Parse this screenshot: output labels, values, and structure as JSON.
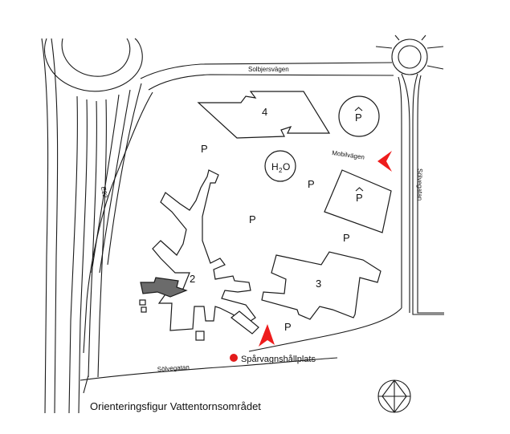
{
  "map": {
    "roads": {
      "solbjersvagen": "Solbjersvägen",
      "solvegatan_right": "Sölvegatan",
      "solvegatan_bottom": "Sölvegatan",
      "mobilvagen": "Mobilvägen",
      "e22": "E22"
    },
    "buildings": {
      "b2": "2",
      "b3": "3",
      "b4": "4",
      "water_tower_h": "H",
      "water_tower_sub": "2",
      "water_tower_o": "O"
    },
    "parking": {
      "label": "P",
      "garage_label": "P"
    },
    "tram_stop": "Spårvagnshållplats",
    "caption": "Orienteringsfigur Vattentornsområdet",
    "colors": {
      "arrow": "#ee1c1c",
      "tram_dot": "#e31b1b",
      "dark_building": "#6b6b6b"
    },
    "icons": [
      "entrance-arrow-icon",
      "tram-stop-icon",
      "compass-rose-icon"
    ]
  }
}
